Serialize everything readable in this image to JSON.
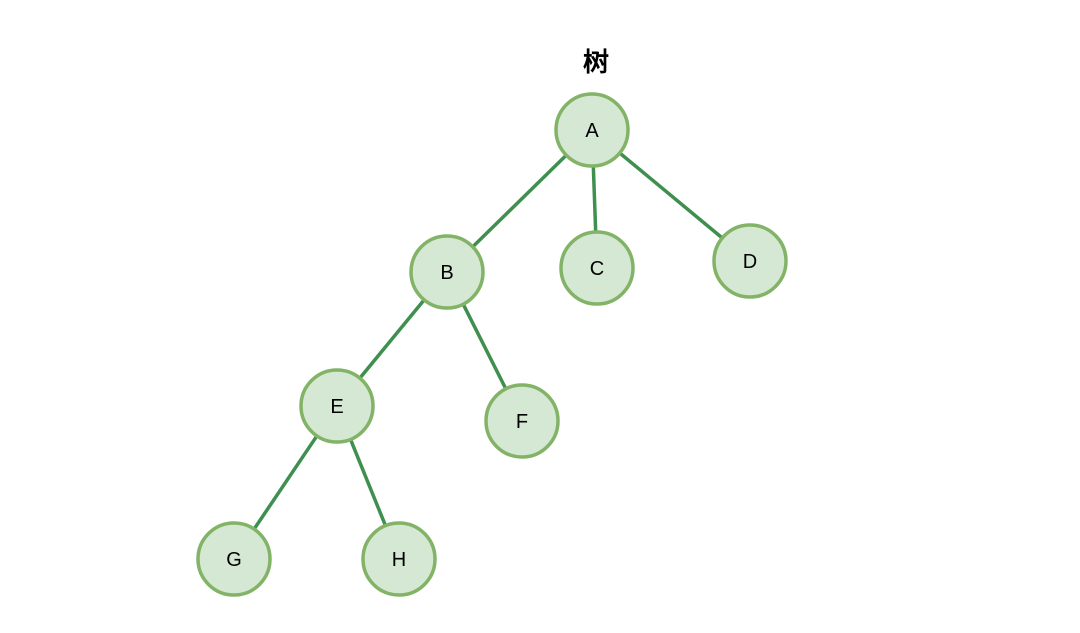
{
  "title": "树",
  "colors": {
    "node_fill": "#d5e8d4",
    "node_stroke": "#82b366",
    "edge": "#3f8f4f",
    "text": "#000000"
  },
  "nodes": [
    {
      "id": "A",
      "label": "A"
    },
    {
      "id": "B",
      "label": "B"
    },
    {
      "id": "C",
      "label": "C"
    },
    {
      "id": "D",
      "label": "D"
    },
    {
      "id": "E",
      "label": "E"
    },
    {
      "id": "F",
      "label": "F"
    },
    {
      "id": "G",
      "label": "G"
    },
    {
      "id": "H",
      "label": "H"
    }
  ],
  "edges": [
    {
      "from": "A",
      "to": "B"
    },
    {
      "from": "A",
      "to": "C"
    },
    {
      "from": "A",
      "to": "D"
    },
    {
      "from": "B",
      "to": "E"
    },
    {
      "from": "B",
      "to": "F"
    },
    {
      "from": "E",
      "to": "G"
    },
    {
      "from": "E",
      "to": "H"
    }
  ]
}
